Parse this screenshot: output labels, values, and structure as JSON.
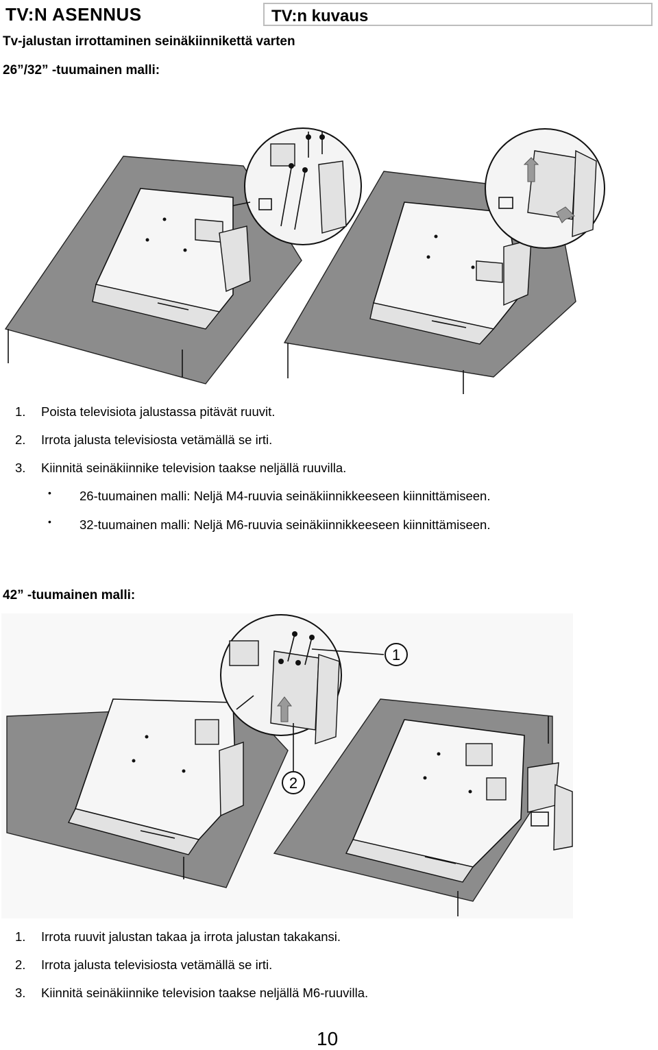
{
  "header": {
    "left_title": "TV:N ASENNUS",
    "right_title": "TV:n kuvaus"
  },
  "section_title": "Tv-jalustan irrottaminen seinäkiinnikettä varten",
  "model_26_32": {
    "heading": "26”/32” -tuumainen malli:",
    "steps": [
      {
        "num": "1.",
        "text": "Poista televisiota jalustassa pitävät ruuvit."
      },
      {
        "num": "2.",
        "text": "Irrota jalusta televisiosta vetämällä se irti."
      },
      {
        "num": "3.",
        "text": "Kiinnitä seinäkiinnike television taakse neljällä ruuvilla."
      }
    ],
    "bullets": [
      "26-tuumainen malli: Neljä M4-ruuvia seinäkiinnikkeeseen kiinnittämiseen.",
      "32-tuumainen malli: Neljä M6-ruuvia seinäkiinnikkeeseen kiinnittämiseen."
    ]
  },
  "model_42": {
    "heading": "42” -tuumainen malli:",
    "callouts": [
      "1",
      "2"
    ],
    "steps": [
      {
        "num": "1.",
        "text": "Irrota ruuvit jalustan takaa ja irrota jalustan takakansi."
      },
      {
        "num": "2.",
        "text": "Irrota jalusta televisiosta vetämällä se irti."
      },
      {
        "num": "3.",
        "text": "Kiinnitä seinäkiinnike television taakse neljällä M6-ruuvilla."
      }
    ]
  },
  "page_number": "10"
}
